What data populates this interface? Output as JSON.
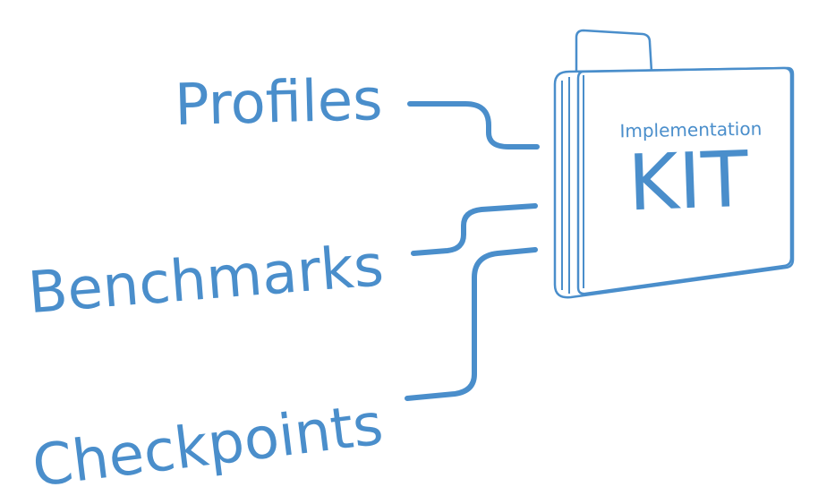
{
  "diagram": {
    "folder": {
      "subtitle": "Implementation",
      "title": "KIT"
    },
    "items": [
      {
        "label": "Profiles"
      },
      {
        "label": "Benchmarks"
      },
      {
        "label": "Checkpoints"
      }
    ],
    "colors": {
      "primary": "#4a8ecb",
      "background": "#ffffff"
    }
  }
}
